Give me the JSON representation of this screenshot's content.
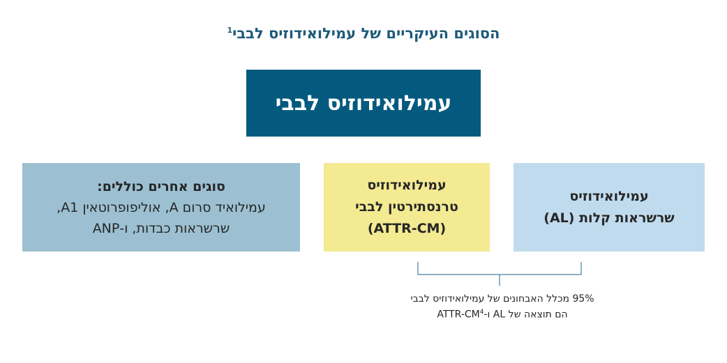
{
  "title": {
    "text": "הסוגים העיקריים של עמילואידוזיס לבבי",
    "ref": "1"
  },
  "main_box": {
    "label": "עמילואידוזיס לבבי",
    "color": "#035a7e"
  },
  "types": {
    "other": {
      "heading": "סוגים אחרים כוללים:",
      "line1": "עמילואיד סרום A, אוליפופרוטאין A1,",
      "line2": "שרשראות כבדות, ו-ANP",
      "color": "#9cc0d1"
    },
    "attr": {
      "line1": "עמילואידוזיס",
      "line2": "טרנסתירטין לבבי",
      "line3": "(ATTR-CM)",
      "color": "#f3ea92"
    },
    "al": {
      "line1": "עמילואידוזיס",
      "line2": "שרשראות קלות (AL)",
      "color": "#c0dbed"
    }
  },
  "bracket_note": {
    "line1": "95% מכלל האבחונים של עמילואידוזיס לבבי",
    "line2": "הם תוצאה של AL ו-ATTR-CM",
    "ref": "4"
  }
}
